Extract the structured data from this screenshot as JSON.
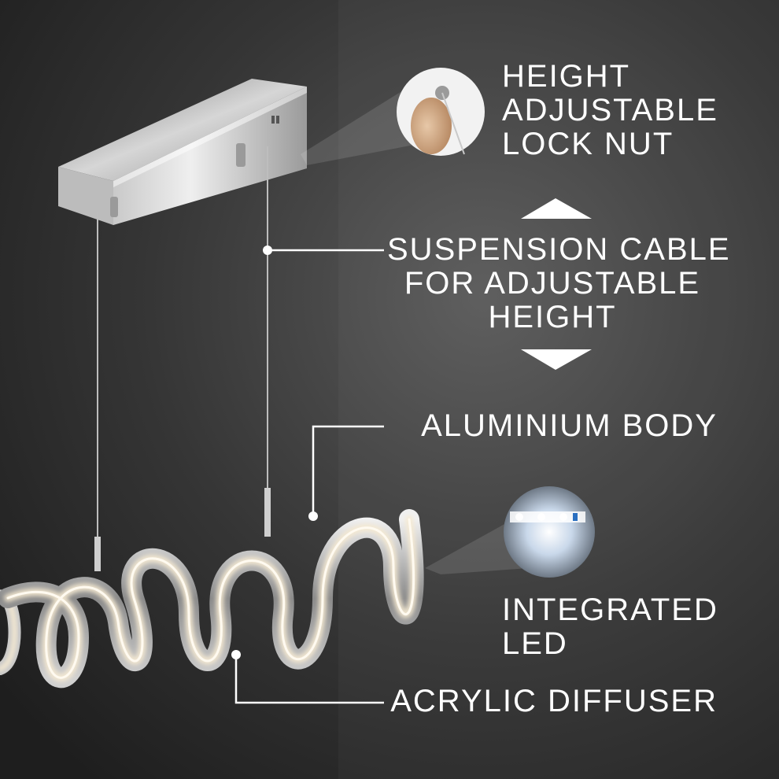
{
  "callouts": {
    "lock_nut": [
      "HEIGHT",
      "ADJUSTABLE",
      "LOCK NUT"
    ],
    "suspension_cable": [
      "SUSPENSION CABLE",
      "FOR ADJUSTABLE",
      "HEIGHT"
    ],
    "aluminium_body": "ALUMINIUM BODY",
    "integrated_led": [
      "INTEGRATED",
      "LED"
    ],
    "acrylic_diffuser": "ACRYLIC DIFFUSER"
  },
  "colors": {
    "background": "#2a2a2a",
    "chrome": "#d8d8d8",
    "diffuser_glow": "#f6ead2",
    "text": "#ffffff"
  }
}
